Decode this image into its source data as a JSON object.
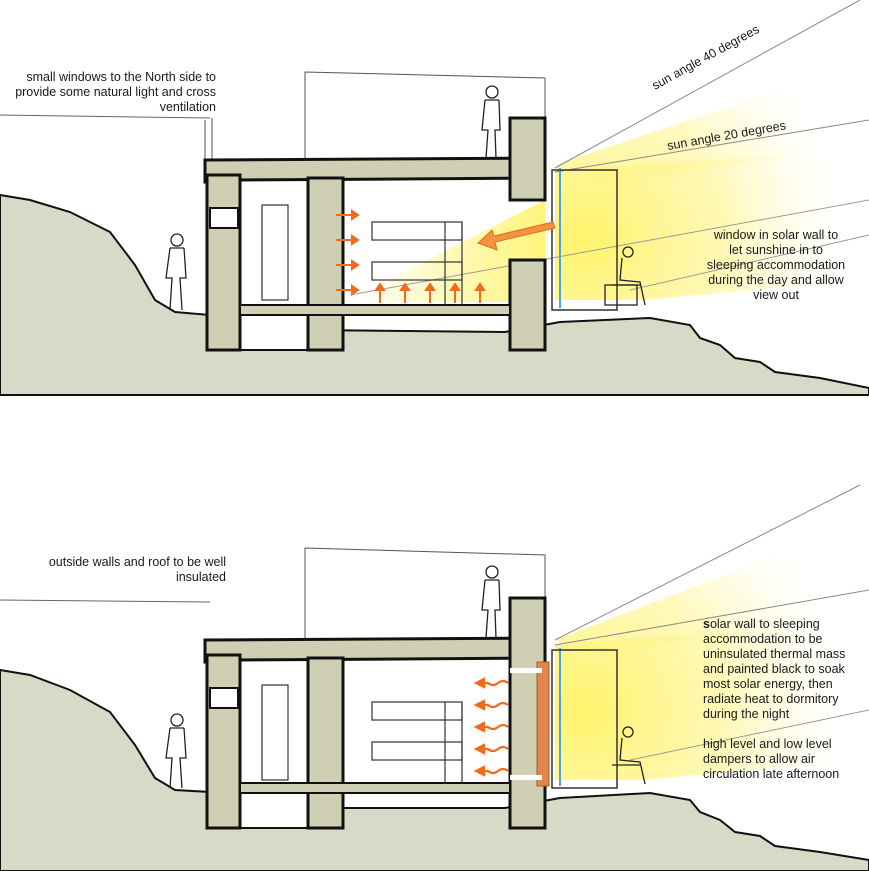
{
  "top": {
    "note_windows": "small windows to the North side to provide some natural light and cross ventilation",
    "sun_angle_40": "sun angle 40 degrees",
    "sun_angle_20": "sun angle 20 degrees",
    "note_solar_window": "window in solar wall to let sunshine in to sleeping accommodation during the day and allow view out"
  },
  "bottom": {
    "note_insulation": "outside walls and roof to be well insulated",
    "note_solar_wall_initial": "s",
    "note_solar_wall": "olar wall to sleeping accommodation to be uninsulated thermal mass and painted black to soak most solar energy, then radiate heat to dormitory during the night",
    "note_dampers": "high level and low level dampers to allow air circulation late afternoon"
  },
  "colors": {
    "ground": "#d9d9c7",
    "walls": "#cfcfb4",
    "sun_glow": "#fff27a",
    "heat_arrows": "#f26a1b",
    "glazing": "#4fa3e0",
    "thermal_mass": "#e0854d"
  }
}
